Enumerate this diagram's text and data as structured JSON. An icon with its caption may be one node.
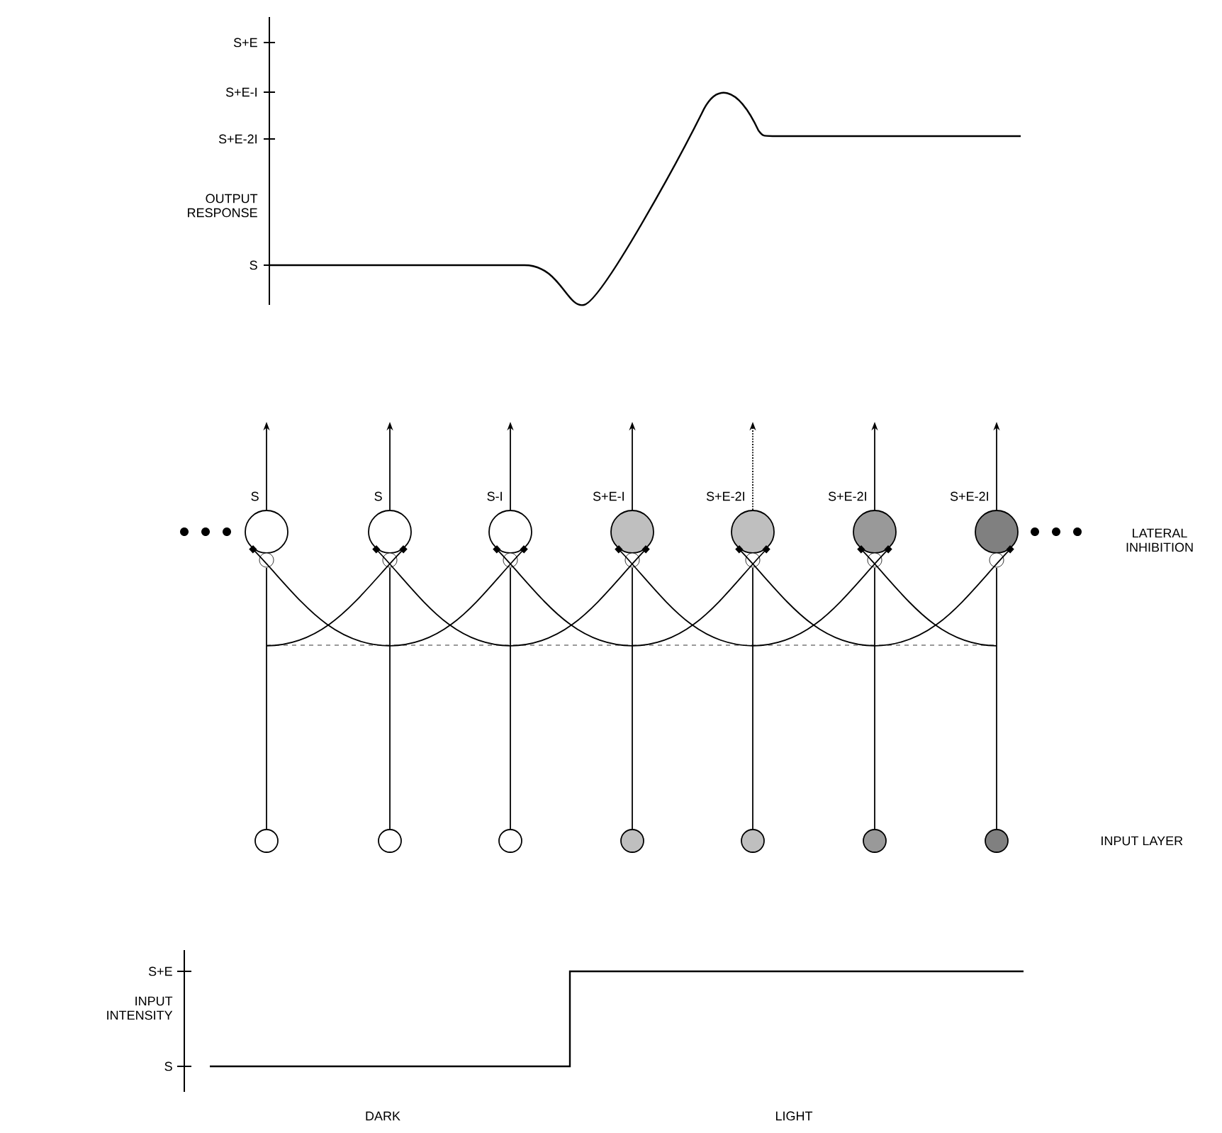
{
  "diagram": {
    "nodes": [
      {
        "text": [],
        "shape": "circle",
        "beside": [
          "S"
        ]
      },
      {
        "text": [],
        "shape": "circle",
        "beside": [
          "S"
        ]
      },
      {
        "text": [],
        "shape": "circle",
        "beside": [
          "S-I"
        ]
      },
      {
        "text": [],
        "shape": "circle",
        "beside": [
          "S+E-I"
        ]
      },
      {
        "text": [],
        "shape": "circle",
        "beside": [
          "S+E-2I"
        ]
      },
      {
        "text": [],
        "shape": "circle",
        "beside": [
          "S+E-2I"
        ]
      },
      {
        "text": [],
        "shape": "circle",
        "beside": [
          "S+E-2I"
        ]
      },
      {
        "text": [],
        "shape": "circle"
      },
      {
        "text": [],
        "shape": "circle"
      },
      {
        "text": [],
        "shape": "circle"
      },
      {
        "text": [],
        "shape": "circle"
      },
      {
        "text": [],
        "shape": "circle"
      },
      {
        "text": [],
        "shape": "circle"
      },
      {
        "text": [],
        "shape": "circle"
      }
    ],
    "edges": [
      {
        "from": 7,
        "to": 0,
        "arrow": "none"
      },
      {
        "from": 8,
        "to": 1,
        "arrow": "none"
      },
      {
        "from": 9,
        "to": 2,
        "arrow": "none"
      },
      {
        "from": 10,
        "to": 3,
        "arrow": "none"
      },
      {
        "from": 11,
        "to": 4,
        "arrow": "none"
      },
      {
        "from": 12,
        "to": 5,
        "arrow": "none"
      },
      {
        "from": 13,
        "to": 6,
        "arrow": "none"
      },
      {
        "from": 0,
        "to": null,
        "arrow": "to"
      },
      {
        "from": 1,
        "to": null,
        "arrow": "to"
      },
      {
        "from": 2,
        "to": null,
        "arrow": "to"
      },
      {
        "from": 3,
        "to": null,
        "arrow": "to"
      },
      {
        "from": 4,
        "to": null,
        "arrow": "to",
        "style": "dashed"
      },
      {
        "from": 5,
        "to": null,
        "arrow": "to"
      },
      {
        "from": 6,
        "to": null,
        "arrow": "to"
      },
      {
        "from": 0,
        "to": 1,
        "arrow": "other"
      },
      {
        "from": 1,
        "to": 0,
        "arrow": "other"
      },
      {
        "from": 1,
        "to": 2,
        "arrow": "other"
      },
      {
        "from": 2,
        "to": 1,
        "arrow": "other"
      },
      {
        "from": 2,
        "to": 3,
        "arrow": "other"
      },
      {
        "from": 3,
        "to": 2,
        "arrow": "other"
      },
      {
        "from": 3,
        "to": 4,
        "arrow": "other"
      },
      {
        "from": 4,
        "to": 3,
        "arrow": "other"
      },
      {
        "from": 4,
        "to": 5,
        "arrow": "other"
      },
      {
        "from": 5,
        "to": 4,
        "arrow": "other"
      },
      {
        "from": 5,
        "to": 6,
        "arrow": "other"
      },
      {
        "from": 6,
        "to": 5,
        "arrow": "other"
      }
    ],
    "labels": [
      "S+E",
      "S+E-I",
      "S+E-2I",
      "OUTPUT RESPONSE",
      "S",
      "LATERAL INHIBITION",
      "INPUT LAYER",
      "S+E",
      "INPUT INTENSITY",
      "S",
      "DARK",
      "LIGHT"
    ]
  }
}
